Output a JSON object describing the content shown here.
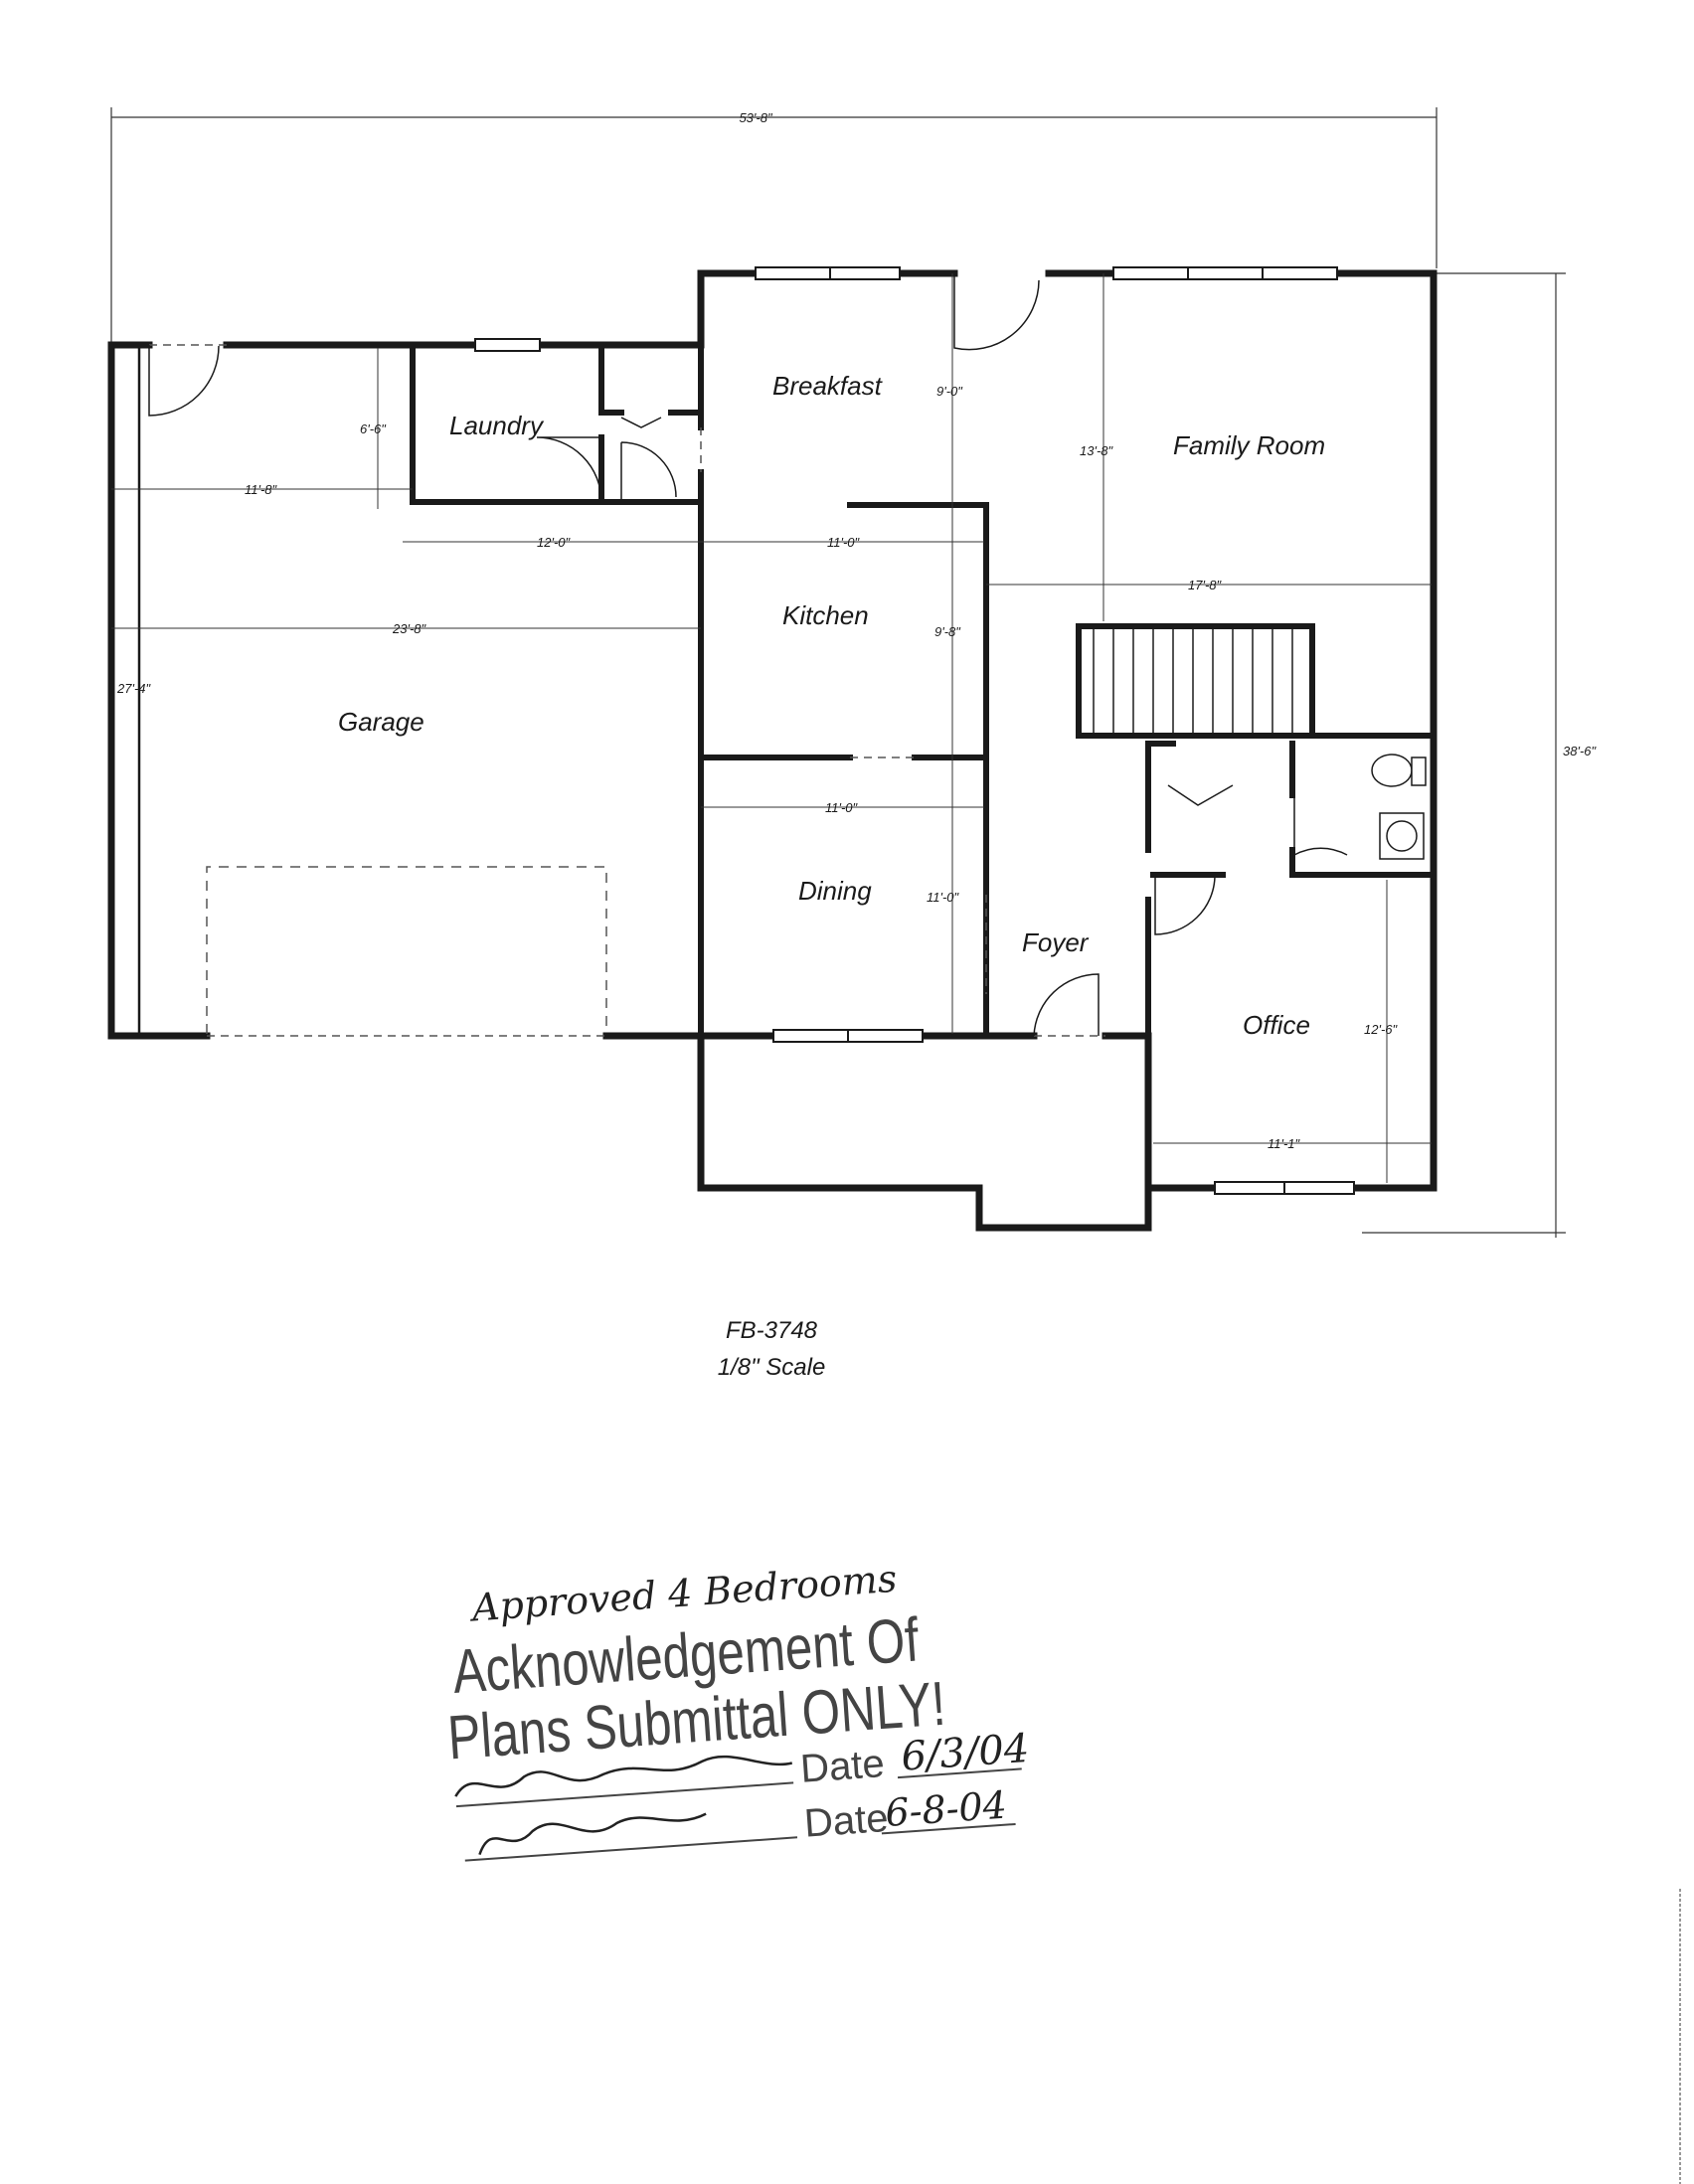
{
  "overall_width": "53'-8\"",
  "overall_depth": "38'-6\"",
  "rooms": {
    "garage": "Garage",
    "laundry": "Laundry",
    "breakfast": "Breakfast",
    "family_room": "Family Room",
    "kitchen": "Kitchen",
    "dining": "Dining",
    "foyer": "Foyer",
    "office": "Office"
  },
  "dimensions": {
    "laundry_height": "6'-6\"",
    "garage_upper_width": "11'-8\"",
    "laundry_run": "12'-0\"",
    "garage_width": "23'-8\"",
    "garage_depth": "27'-4\"",
    "breakfast_depth": "9'-0\"",
    "breakfast_width": "11'-0\"",
    "kitchen_depth": "9'-8\"",
    "dining_width": "11'-0\"",
    "dining_depth": "11'-0\"",
    "family_depth": "13'-8\"",
    "family_width": "17'-8\"",
    "office_depth": "12'-6\"",
    "office_width": "11'-1\""
  },
  "caption": {
    "plan_id": "FB-3748",
    "scale": "1/8\" Scale"
  },
  "stamp": {
    "handwritten_note": "Approved 4 Bedrooms",
    "line1": "Acknowledgement Of",
    "line2": "Plans Submittal ONLY!",
    "date_label": "Date",
    "date1": "6/3/04",
    "date2": "6-8-04"
  },
  "colors": {
    "wall": "#1a1a1a",
    "stamp_ink": "#444444"
  }
}
